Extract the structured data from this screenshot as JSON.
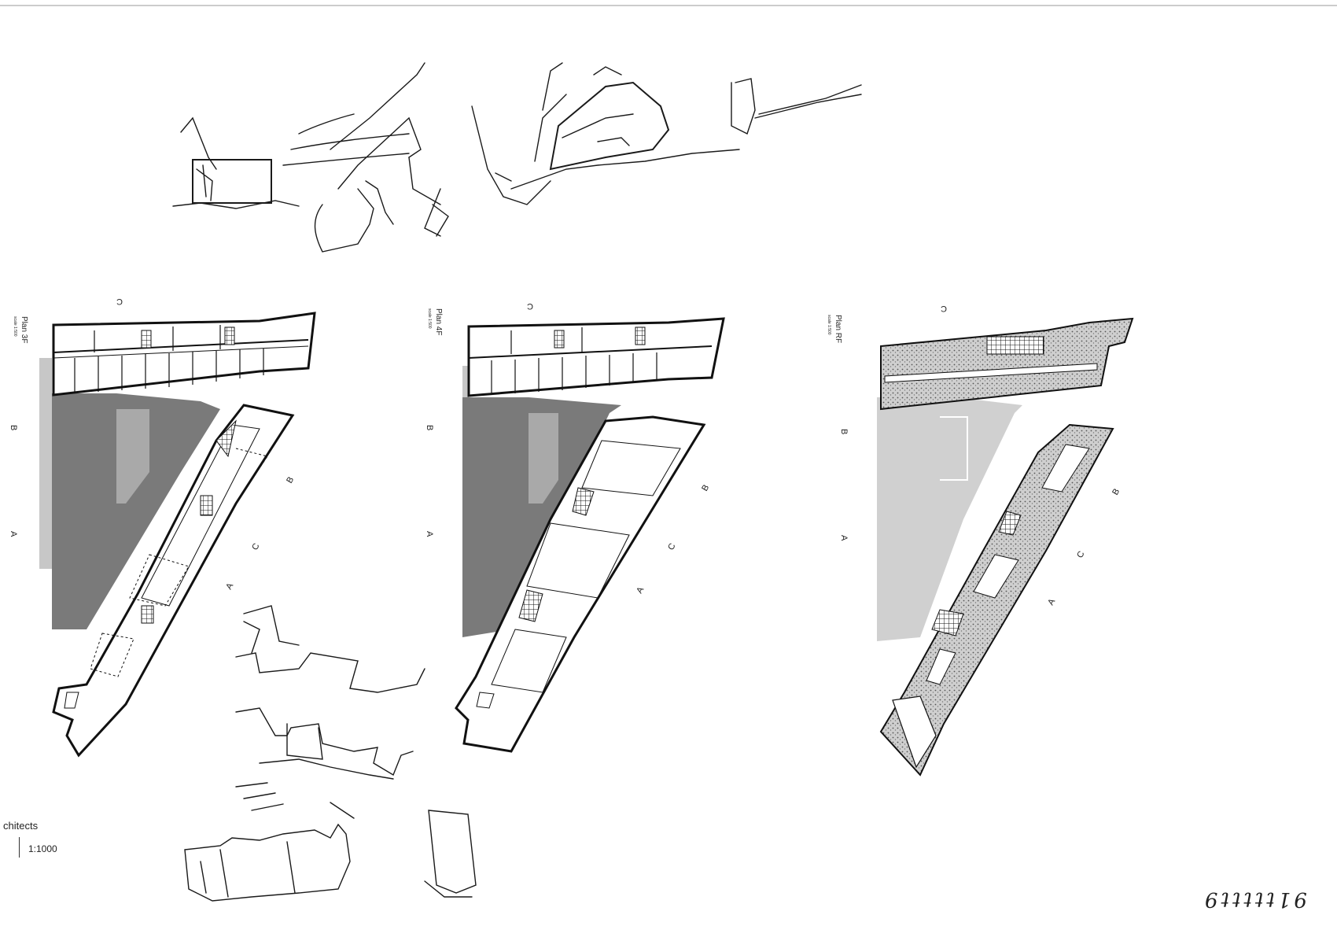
{
  "sheet": {
    "firm_fragment": "chitects",
    "scale_text": "1:1000",
    "handwritten_note": "91ttttt9"
  },
  "plans": [
    {
      "title": "Plan 3F",
      "scale": "scale 1:500"
    },
    {
      "title": "Plan 4F",
      "scale": "scale 1:500"
    },
    {
      "title": "Plan RF",
      "scale": "scale 1:500"
    }
  ],
  "section_marks": {
    "a": "A",
    "b": "B",
    "c": "C"
  },
  "colors": {
    "courtyard": "#7a7a7a",
    "courtyard_light": "#c9c9c9",
    "roof_hatch": "#bdbdbd",
    "ink": "#111111"
  }
}
